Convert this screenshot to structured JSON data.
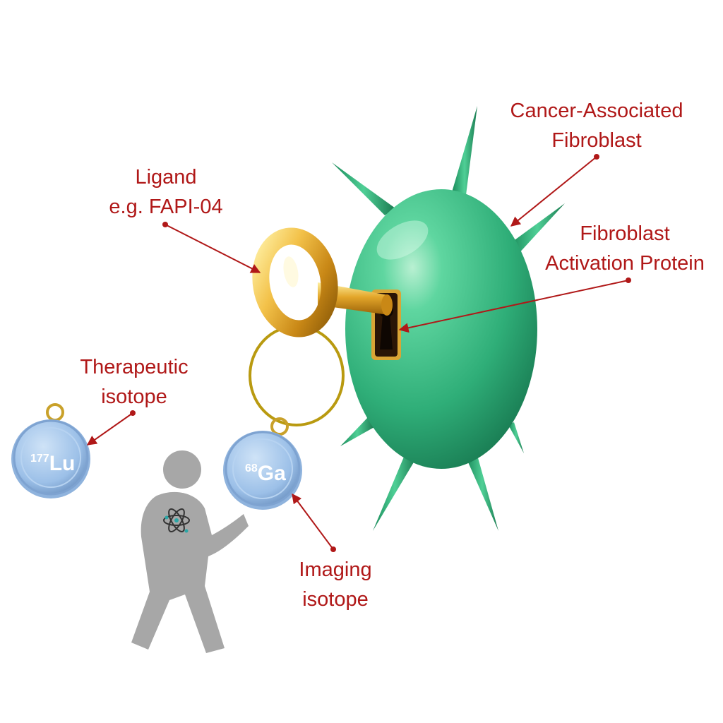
{
  "labels": {
    "caf": {
      "line1": "Cancer-Associated",
      "line2": "Fibroblast"
    },
    "ligand": {
      "line1": "Ligand",
      "line2": "e.g. FAPI-04"
    },
    "fap": {
      "line1": "Fibroblast",
      "line2": "Activation Protein"
    },
    "therapeutic": {
      "line1": "Therapeutic",
      "line2": "isotope"
    },
    "imaging": {
      "line1": "Imaging",
      "line2": "isotope"
    }
  },
  "isotopes": {
    "lutetium": {
      "mass": "177",
      "symbol": "Lu"
    },
    "gallium": {
      "mass": "68",
      "symbol": "Ga"
    }
  },
  "colors": {
    "label_text": "#b01818",
    "arrow": "#b01818",
    "cell": "#2fb07a",
    "key_gold": "#e0a728",
    "coin": "#9fc3ea",
    "person": "#a7a7a7"
  },
  "icons": {
    "cell": "fibroblast-cell-icon",
    "key": "golden-key-icon",
    "keyhole": "keyhole-icon",
    "person": "person-figure-icon",
    "atom": "atom-icon"
  }
}
